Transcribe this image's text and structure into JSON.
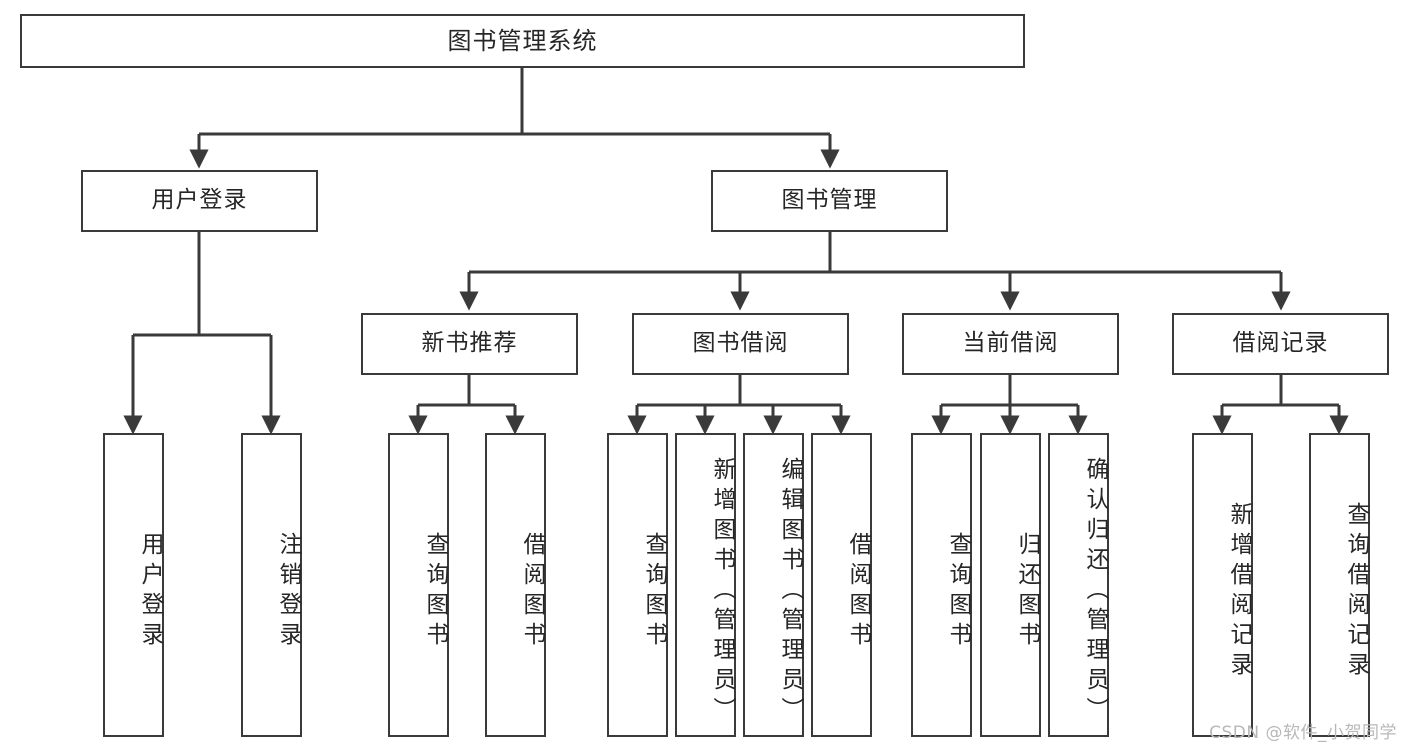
{
  "diagram": {
    "type": "tree-hierarchy",
    "title": "图书管理系统",
    "watermark": "CSDN @软件_小贺同学",
    "colors": {
      "stroke": "#3a3a3a",
      "fill": "#ffffff",
      "text": "#262626",
      "watermark": "#b8b8b8"
    },
    "levels": {
      "root": {
        "label": "图书管理系统"
      },
      "level2": [
        {
          "label": "用户登录"
        },
        {
          "label": "图书管理"
        }
      ],
      "level3": [
        {
          "label": "新书推荐"
        },
        {
          "label": "图书借阅"
        },
        {
          "label": "当前借阅"
        },
        {
          "label": "借阅记录"
        }
      ],
      "leaves": {
        "user_login": [
          {
            "label": "用户登录"
          },
          {
            "label": "注销登录"
          }
        ],
        "new_book_recommend": [
          {
            "label": "查询图书"
          },
          {
            "label": "借阅图书"
          }
        ],
        "book_borrow": [
          {
            "label": "查询图书"
          },
          {
            "label": "新增图书（管理员）"
          },
          {
            "label": "编辑图书（管理员）"
          },
          {
            "label": "借阅图书"
          }
        ],
        "current_borrow": [
          {
            "label": "查询图书"
          },
          {
            "label": "归还图书"
          },
          {
            "label": "确认归还（管理员）"
          }
        ],
        "borrow_record": [
          {
            "label": "新增借阅记录"
          },
          {
            "label": "查询借阅记录"
          }
        ]
      }
    }
  }
}
